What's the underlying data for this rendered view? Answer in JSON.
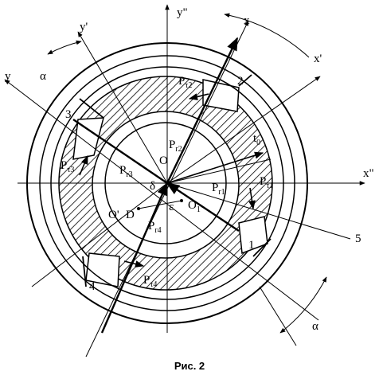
{
  "caption": "Рис. 2",
  "labels": {
    "axis_y_dprime": "y\"",
    "axis_y_prime": "y'",
    "axis_y": "y",
    "axis_x": "x",
    "axis_x_prime": "x'",
    "axis_x_dprime": "x\"",
    "alpha_top": "α",
    "alpha_bottom": "α",
    "num_1": "1",
    "num_2": "2",
    "num_3": "3",
    "num_4": "4",
    "num_5": "5",
    "point_O": "O",
    "point_O1": "O",
    "point_O1_sub": "1",
    "point_Oprime": "O'",
    "point_D": "D",
    "delta": "δ",
    "epsilon": "ε",
    "t0": "t",
    "t0_sub": "0",
    "P": "P",
    "pr1_sub": "r1",
    "pr2_sub": "r2",
    "pr3_sub": "r3",
    "pr4_sub": "r4",
    "pt1_sub": "τ1",
    "pt2_sub": "τ2",
    "pt3_sub": "τ3",
    "pt4_sub": "τ4"
  }
}
